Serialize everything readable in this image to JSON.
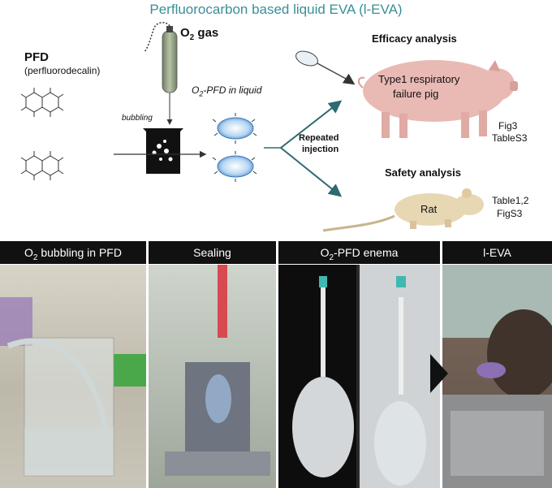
{
  "diagram": {
    "title": "Perfluorocarbon based liquid EVA (l-EVA)",
    "pfd_label": "PFD",
    "pfd_sub": "(perfluorodecalin)",
    "o2_gas": "O",
    "o2_gas_sub": "2",
    "o2_gas_rest": " gas",
    "o2pfd_a": "O",
    "o2pfd_sub": "2",
    "o2pfd_rest": "-PFD in liquid",
    "bubbling": "bubbling",
    "repeated1": "Repeated",
    "repeated2": "injection",
    "efficacy": "Efficacy analysis",
    "pig1": "Type1 respiratory",
    "pig2": "failure pig",
    "fig3": "Fig3",
    "tables3": "TableS3",
    "safety": "Safety analysis",
    "rat": "Rat",
    "table12": "Table1,2",
    "figs3": "FigS3"
  },
  "panels": {
    "p1_a": "O",
    "p1_sub": "2",
    "p1_rest": " bubbling in PFD",
    "p2": "Sealing",
    "p3_a": "O",
    "p3_sub": "2",
    "p3_rest": "-PFD enema",
    "p4": "l-EVA"
  },
  "colors": {
    "title": "#3a8f96",
    "arrow": "#2e6a70",
    "pig": "#e9b9b4",
    "rat": "#e8d7b3",
    "cylinder": "#8a9a7a"
  }
}
